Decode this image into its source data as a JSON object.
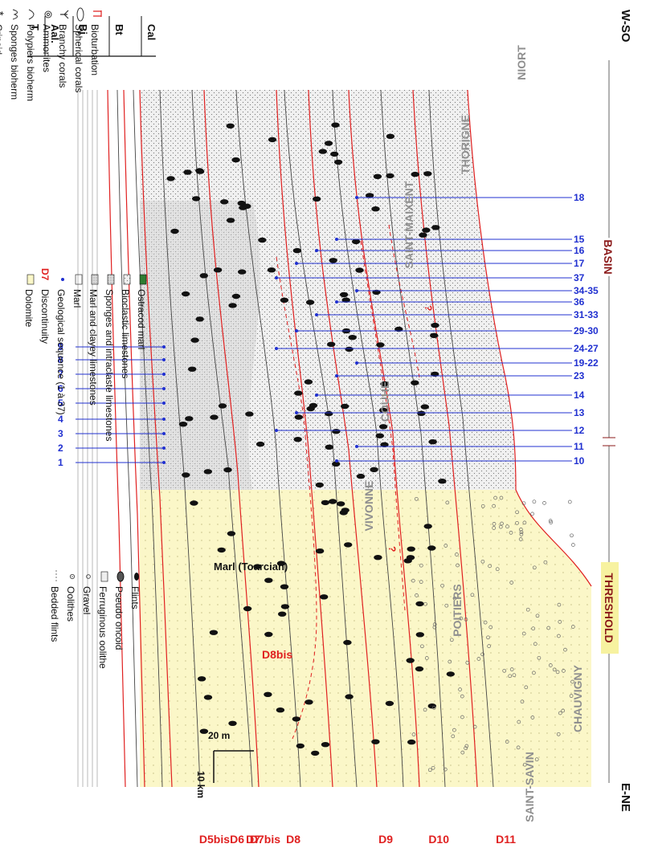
{
  "directions": {
    "west": "W-SO",
    "east": "E-NE"
  },
  "domains": {
    "basin": "BASIN",
    "threshold": "THRESHOLD"
  },
  "localities": [
    "NIORT",
    "THORIGNE",
    "SAINT-MAIXENT",
    "COUHE",
    "VIVONNE",
    "POITIERS",
    "CHAUVIGNY",
    "SAINT-SAVIN"
  ],
  "discontinuities": [
    "D11",
    "D10",
    "D9",
    "D8",
    "D7bis",
    "D7",
    "D6",
    "D5bis"
  ],
  "d8bis_label": "D8bis",
  "question_mark": "?",
  "stages": [
    "Cal",
    "Bt",
    "Bj",
    "Aal.",
    "T"
  ],
  "marl_label": "Marl (Toarcian)",
  "scale": {
    "vertical": "20 m",
    "horizontal": "10 km"
  },
  "sequences_top": [
    "18",
    "15",
    "16",
    "17",
    "37",
    "34-35",
    "36",
    "31-33",
    "29-30",
    "24-27",
    "19-22",
    "23",
    "14",
    "13",
    "12",
    "11",
    "10"
  ],
  "sequences_bottom": [
    "9",
    "8",
    "7",
    "6",
    "5",
    "4",
    "3",
    "2",
    "1"
  ],
  "legend": {
    "col1": [
      "Bioturbation",
      "Spherical corals",
      "Branchy corals",
      "Ammonites",
      "Polypiers bioherm",
      "Sponges bioherm",
      "Crinoid"
    ],
    "col2": [
      "Ostracod marl",
      "Bioclastic limestones",
      "Sponges and intraclaste limestones",
      "Marl and clayey limestones",
      "Marl",
      "Geological sequence (1 à 37)",
      "Discontinuity",
      "Dolomite"
    ],
    "col2_prefix": "D7",
    "col3": [
      "Flints",
      "Pseudo oncoid",
      "Ferruginous oolithe",
      "Gravel",
      "Oolithes",
      "Bedded flints"
    ]
  },
  "colors": {
    "discontinuity": "#e02020",
    "sequence": "#2030d0",
    "dolomite": "#fbf7c8",
    "threshold_bg": "#f7f2a0",
    "title_red": "#8b1a1a",
    "locality": "#8f8f8f"
  },
  "icons": [
    "bioturbation-icon",
    "spherical-coral-icon",
    "branchy-coral-icon",
    "ammonite-icon",
    "polypier-bioherm-icon",
    "sponge-bioherm-icon",
    "crinoid-icon",
    "flint-icon",
    "pseudo-oncoid-icon",
    "ferruginous-oolithe-icon",
    "gravel-icon",
    "oolithe-icon",
    "bedded-flints-icon"
  ]
}
